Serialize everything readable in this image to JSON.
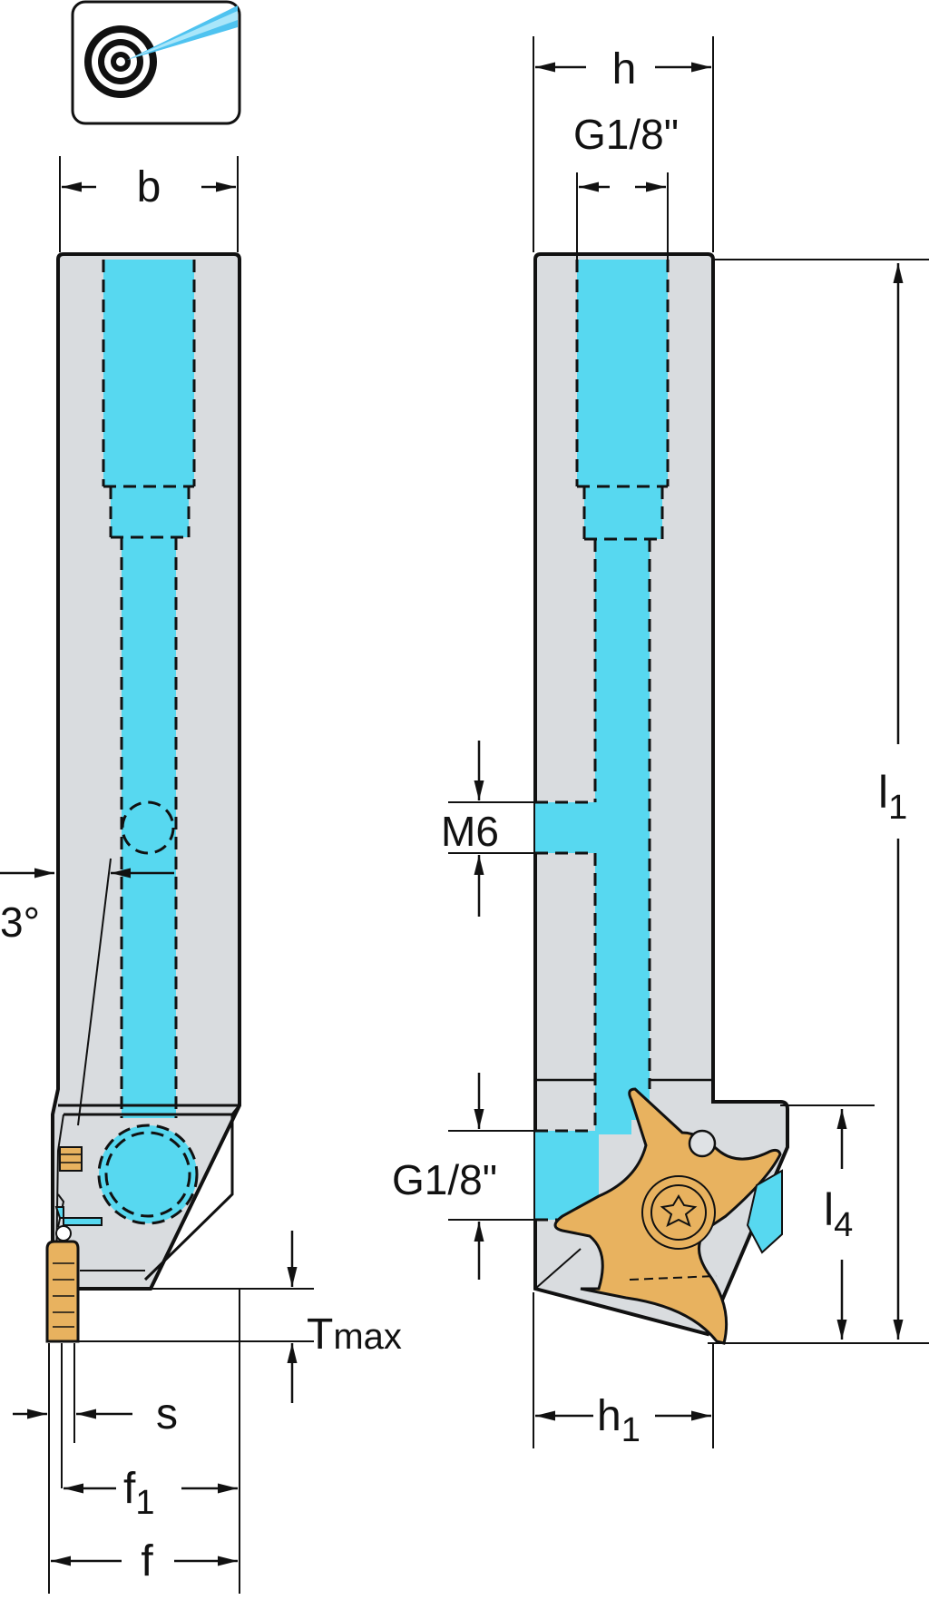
{
  "colors": {
    "body": "#d9dcdf",
    "coolant": "#57d8f0",
    "insert": "#e8b25f",
    "outline": "#111111",
    "dimension": "#111111",
    "icon_jet": "#4fc3f0"
  },
  "icon": {
    "name": "coolant-target-icon"
  },
  "left_view": {
    "b": "b",
    "angle": "3°",
    "t": "T",
    "t_sub": "max",
    "s": "s",
    "f1": "f",
    "f1_sub": "1",
    "f": "f"
  },
  "right_view": {
    "h": "h",
    "thread_top": "G1/8\"",
    "m6": "M6",
    "thread_side": "G1/8\"",
    "l1": "l",
    "l1_sub": "1",
    "l4": "l",
    "l4_sub": "4",
    "h1": "h",
    "h1_sub": "1"
  }
}
